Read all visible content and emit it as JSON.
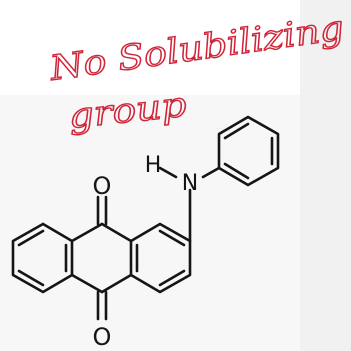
{
  "annotation": {
    "line1": "No Solubilizing",
    "line2": "group",
    "ink_color": "#d0263a"
  },
  "structure": {
    "atom_labels": {
      "carbonyl_top": "O",
      "carbonyl_bottom": "O",
      "amine_h": "H",
      "amine_n": "N"
    },
    "bond_color": "#151515"
  }
}
